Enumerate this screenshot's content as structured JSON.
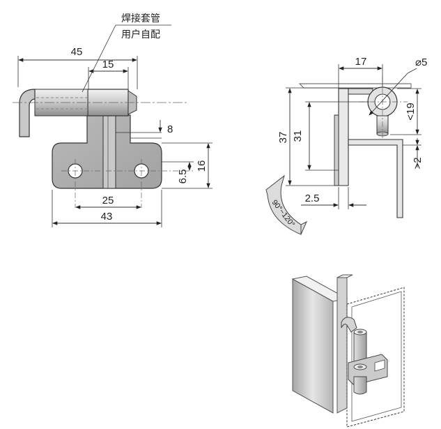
{
  "note": {
    "line1": "焊接套管",
    "line2": "用户自配"
  },
  "front_view": {
    "dims": {
      "overall_length": "45",
      "pin_length": "15",
      "plate_thickness": "8",
      "hole_spacing_v": "6.5",
      "height": "16",
      "hole_spacing_h": "25",
      "plate_width": "43"
    }
  },
  "side_view": {
    "dims": {
      "offset": "17",
      "pin_diameter": "⌀5",
      "total_height": "37",
      "inner_height": "31",
      "upper_gap": "<19",
      "lower_gap": ">2",
      "thickness": "2.5"
    },
    "rotation_label": "90°~120°"
  },
  "colors": {
    "line": "#333333",
    "metal_light": "#d8d8d8",
    "metal_mid": "#a9a9a9",
    "metal_dark": "#7d7d7d"
  }
}
